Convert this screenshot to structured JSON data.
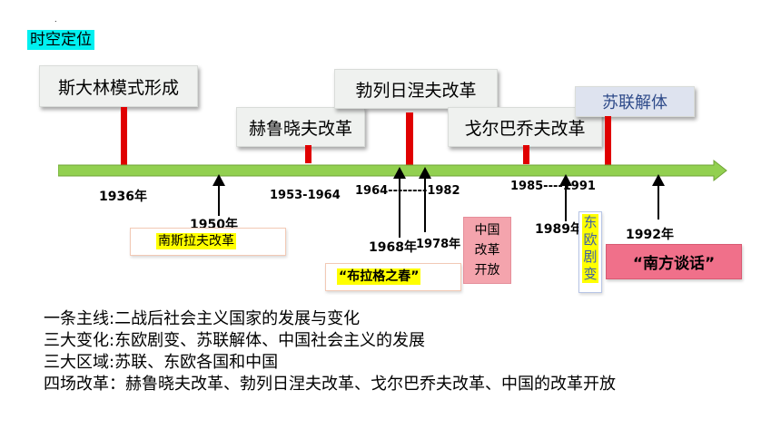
{
  "slide": {
    "dot": ".",
    "title": "时空定位",
    "boxes": {
      "stalin": "斯大林模式形成",
      "khrushchev": "赫鲁晓夫改革",
      "brezhnev": "勃列日涅夫改革",
      "gorbachev": "戈尔巴乔夫改革",
      "soviet_collapse": "苏联解体"
    },
    "years": {
      "y1936": "1936年",
      "y1950": "1950年",
      "y1953": "1953-1964",
      "y1964": "1964--------1982",
      "y1968": "1968年",
      "y1978": "1978年",
      "y1985": "1985----1991",
      "y1989": "1989年",
      "y1992": "1992年"
    },
    "events": {
      "yugoslavia": "南斯拉夫改革",
      "prague": "“布拉格之春”",
      "china_reform": [
        "中国",
        "改革",
        "开放"
      ],
      "eastern_europe": [
        "东欧",
        "剧变"
      ],
      "southern_talk": "“南方谈话”"
    },
    "summary": [
      "一条主线:二战后社会主义国家的发展与变化",
      "三大变化:东欧剧变、苏联解体、中国社会主义的发展",
      "三大区域:苏联、东欧各国和中国",
      "四场改革：赫鲁晓夫改革、勃列日涅夫改革、戈尔巴乔夫改革、中国的改革开放"
    ],
    "colors": {
      "title_bg": "#00f0f0",
      "timeline": "#92d050",
      "marker": "#e00000",
      "event_yellow": "#ffff00",
      "event_pink": "#f4a4ad",
      "southern_talk_bg": "#f0708a"
    }
  }
}
